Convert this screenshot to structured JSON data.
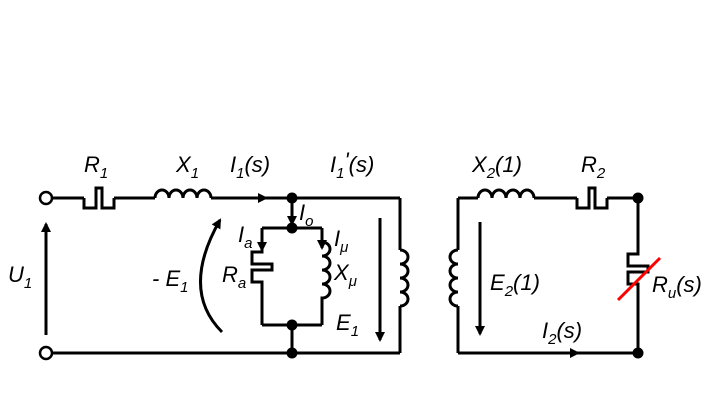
{
  "labels": {
    "R1": {
      "main": "R",
      "sub": "1"
    },
    "X1": {
      "main": "X",
      "sub": "1"
    },
    "I1s": {
      "main": "I",
      "sub": "1",
      "tail": "(s)"
    },
    "I1prime": {
      "main": "I",
      "sub": "1",
      "prime": "'",
      "tail": "(s)"
    },
    "X2": {
      "main": "X",
      "sub": "2",
      "tail": "(1)"
    },
    "R2": {
      "main": "R",
      "sub": "2"
    },
    "Io": {
      "main": "I",
      "sub": "o"
    },
    "Ia": {
      "main": "I",
      "sub": "a"
    },
    "Imu": {
      "main": "I",
      "sub": "μ"
    },
    "U1": {
      "main": "U",
      "sub": "1"
    },
    "minusE1": {
      "main": "- E",
      "sub": "1"
    },
    "Ra": {
      "main": "R",
      "sub": "a"
    },
    "Xmu": {
      "main": "X",
      "sub": "μ"
    },
    "E1": {
      "main": "E",
      "sub": "1"
    },
    "E2": {
      "main": "E",
      "sub": "2",
      "tail": "(1)"
    },
    "Ru": {
      "main": "R",
      "sub": "u",
      "tail": "(s)"
    },
    "I2": {
      "main": "I",
      "sub": "2",
      "tail": "(s)"
    }
  },
  "colors": {
    "wire": "#000000",
    "strike": "#ff0000"
  }
}
